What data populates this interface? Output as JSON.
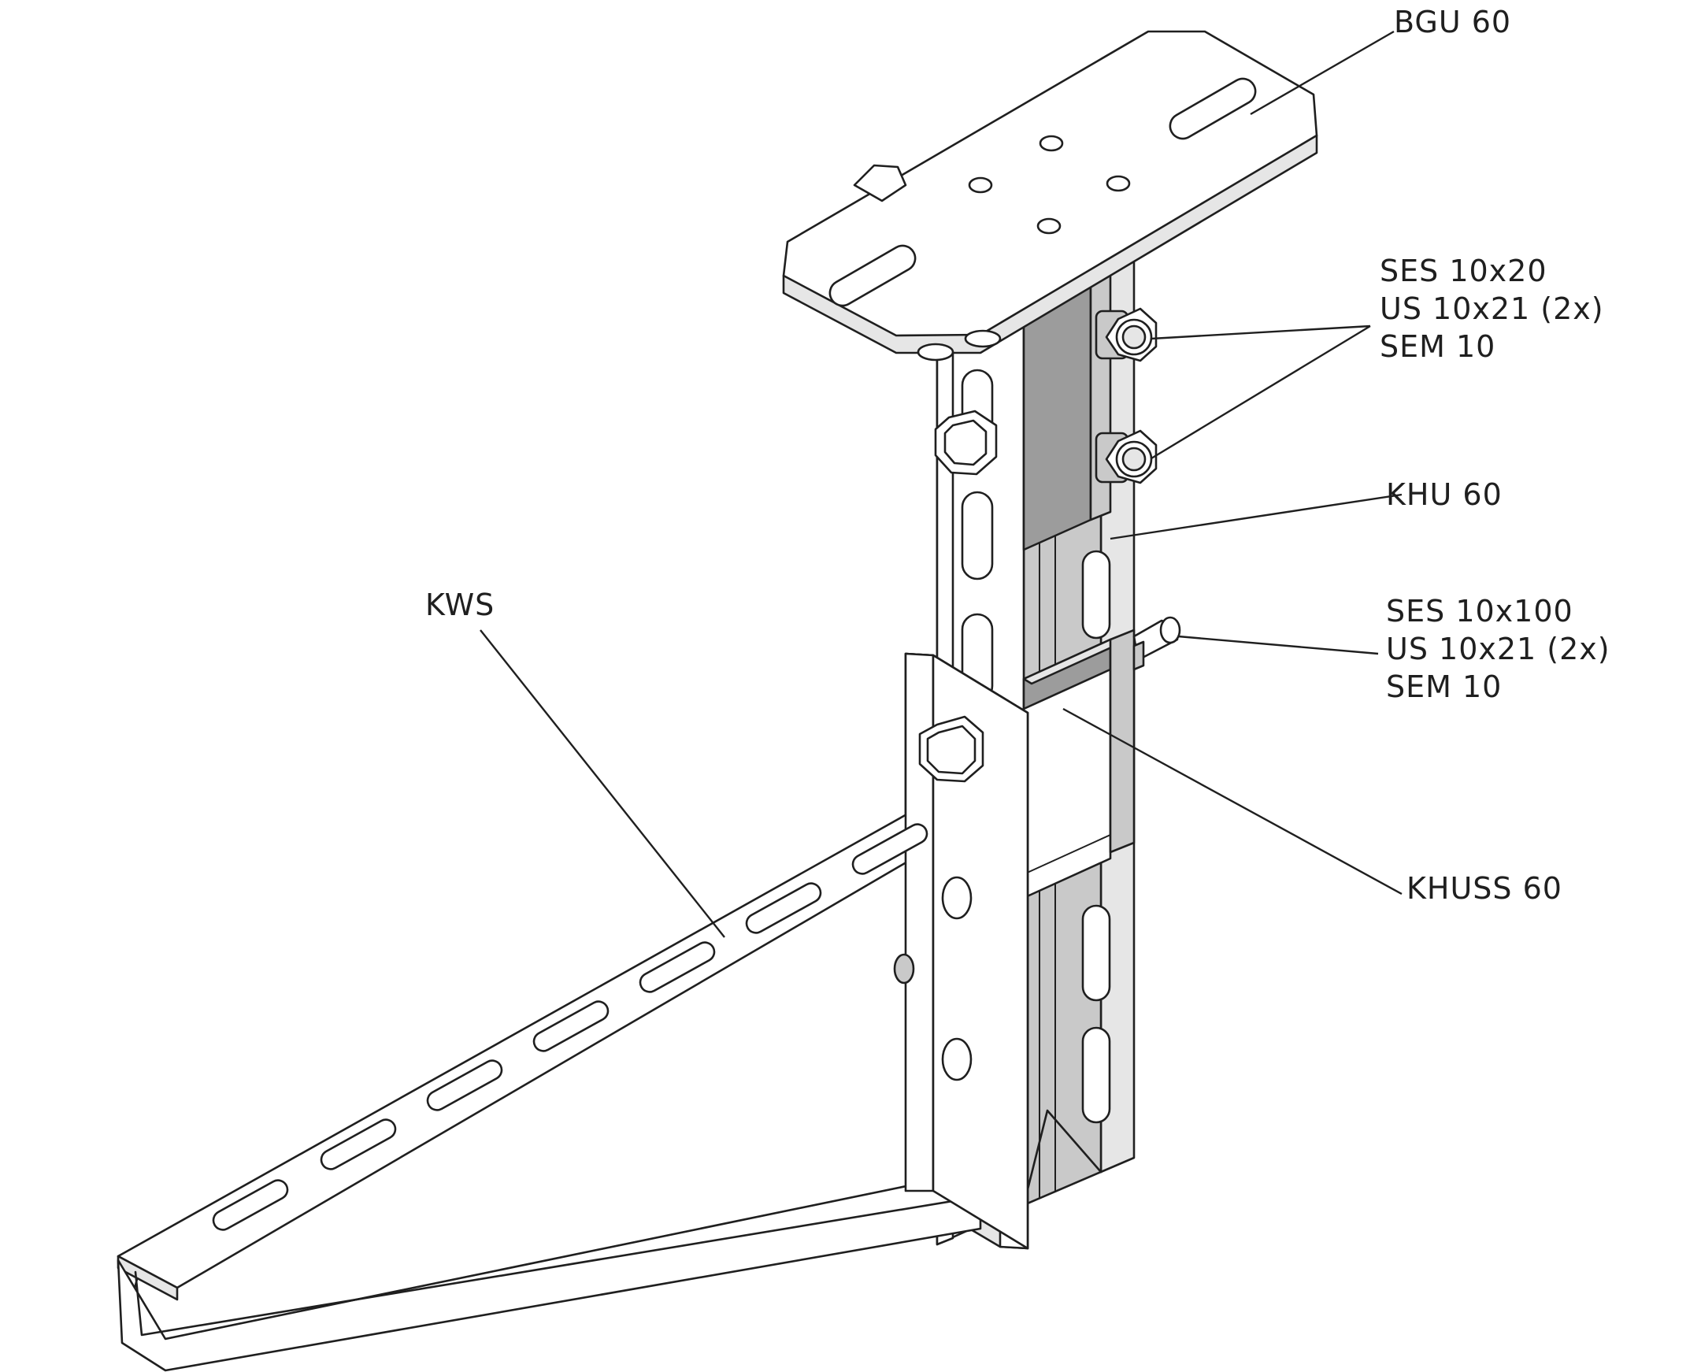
{
  "labels": {
    "bgu": "BGU 60",
    "ses_small": "SES 10x20",
    "us_small": "US 10x21 (2x)",
    "sem_small": "SEM 10",
    "khu": "KHU 60",
    "ses_large": "SES 10x100",
    "us_large": "US 10x21 (2x)",
    "sem_large": "SEM 10",
    "khuss": "KHUSS 60",
    "kws": "KWS"
  }
}
